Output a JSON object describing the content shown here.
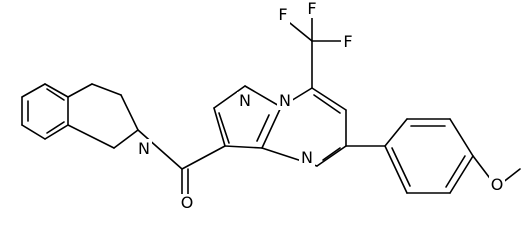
{
  "molecule": {
    "atoms": [
      {
        "id": "N1",
        "symbol": "N",
        "label": "N"
      },
      {
        "id": "N2",
        "symbol": "N",
        "label": "N"
      },
      {
        "id": "N3",
        "symbol": "N",
        "label": "N"
      },
      {
        "id": "N4",
        "symbol": "N",
        "label": "N"
      },
      {
        "id": "O1",
        "symbol": "O",
        "label": "O"
      },
      {
        "id": "O2",
        "symbol": "O",
        "label": "O"
      },
      {
        "id": "F1",
        "symbol": "F",
        "label": "F"
      },
      {
        "id": "F2",
        "symbol": "F",
        "label": "F"
      },
      {
        "id": "F3",
        "symbol": "F",
        "label": "F"
      }
    ]
  }
}
